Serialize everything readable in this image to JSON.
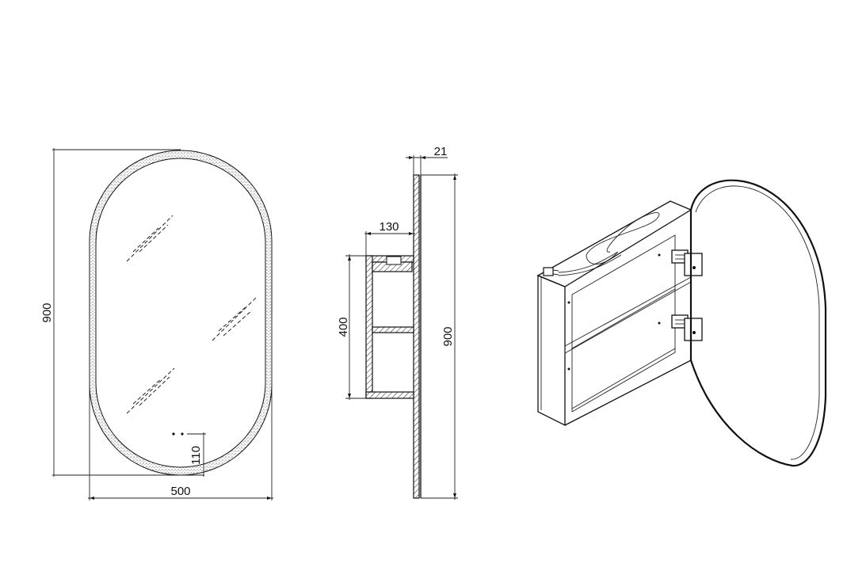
{
  "dimensions": {
    "front_height": "900",
    "front_width": "500",
    "sensor_offset": "110",
    "side_depth_total": "21",
    "side_cabinet_depth": "130",
    "side_cabinet_height": "400",
    "side_height": "900"
  },
  "colors": {
    "line": "#111111",
    "background": "#ffffff"
  }
}
